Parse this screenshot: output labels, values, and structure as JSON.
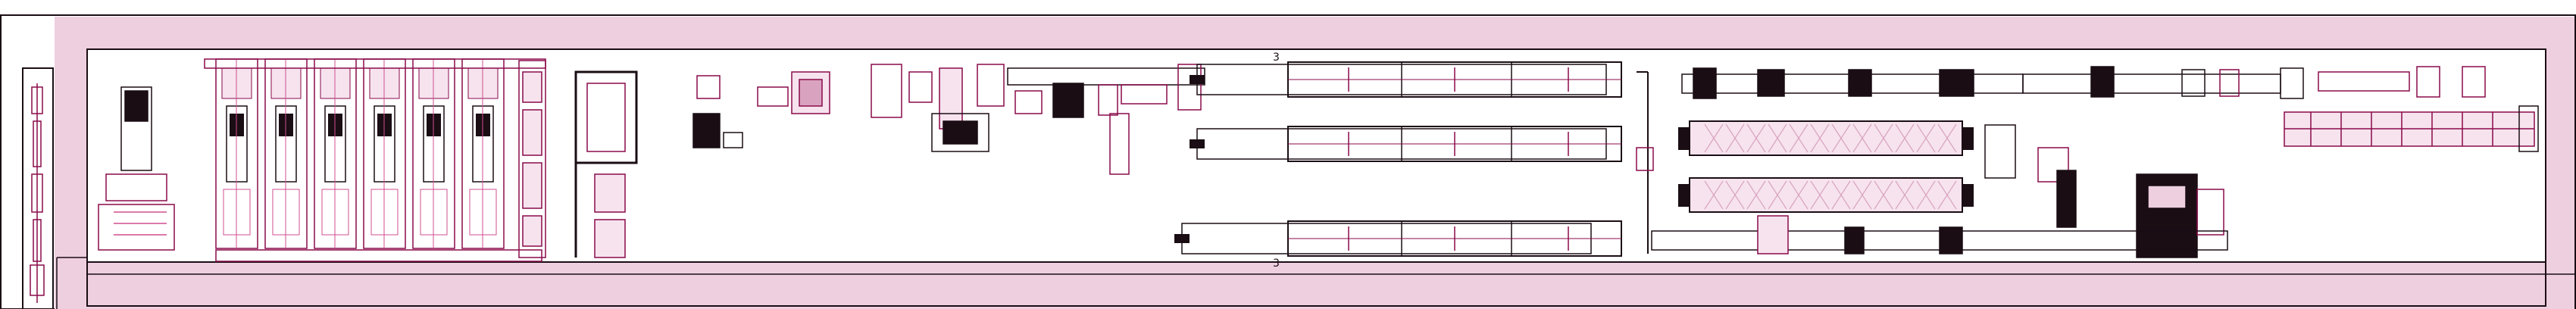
{
  "drawing": {
    "title": "",
    "palette": {
      "paper": "#ffffff",
      "frame_band": "#eecfe0",
      "ink_dark": "#1a0d14",
      "ink_magenta": "#8a0a4a",
      "ink_pink": "#d14f8f",
      "fill_light": "#f6e3ee",
      "hatch_fill": "#d9a3bf"
    },
    "zones": [
      {
        "id": "press-cells",
        "label": ""
      },
      {
        "id": "transfer-line",
        "label": ""
      },
      {
        "id": "cooling-tunnels",
        "label": ""
      },
      {
        "id": "oven-section",
        "label": ""
      },
      {
        "id": "end-station",
        "label": ""
      }
    ],
    "stations": {
      "marker_upper": "3",
      "marker_lower": "3"
    }
  }
}
